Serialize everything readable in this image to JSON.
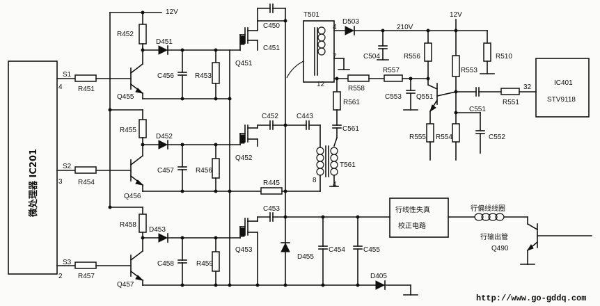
{
  "diagram": {
    "supply_labels": {
      "v12_left": "12V",
      "v12_right": "12V",
      "v210": "210V"
    },
    "blocks": {
      "microprocessor_text": "微处理器 IC201",
      "ic401_line1": "IC401",
      "ic401_line2": "STV9118",
      "correction_line1": "行线性失真",
      "correction_line2": "校正电路"
    },
    "signals": {
      "s1": "S1",
      "s1_pin": "4",
      "s2": "S2",
      "s2_pin": "3",
      "s3": "S3",
      "s3_pin": "2"
    },
    "resistors": {
      "r452": "R452",
      "r451": "R451",
      "r453": "R453",
      "r455": "R455",
      "r454": "R454",
      "r456": "R456",
      "r458": "R458",
      "r457": "R457",
      "r459": "R459",
      "r445": "R445",
      "r558": "R558",
      "r557": "R557",
      "r556": "R556",
      "r510": "R510",
      "r553": "R553",
      "r561": "R561",
      "r555": "R555",
      "r554": "R554",
      "r551": "R551"
    },
    "capacitors": {
      "c450": "C450",
      "c456": "C456",
      "c452": "C452",
      "c443": "C443",
      "c457": "C457",
      "c453": "C453",
      "c458": "C458",
      "c454": "C454",
      "c455": "C455",
      "c504": "C504",
      "c553": "C553",
      "c561": "C561",
      "c551": "C551",
      "c552": "C552"
    },
    "diodes": {
      "d451": "D451",
      "d452": "D452",
      "d453": "D453",
      "d455": "D455",
      "d503": "D503",
      "d405": "D405"
    },
    "transistors": {
      "q455": "Q455",
      "q451": "Q451",
      "q456": "Q456",
      "q452": "Q452",
      "q457": "Q457",
      "q453": "Q453",
      "q551": "Q551",
      "q490": "Q490"
    },
    "mosfet_labels": {
      "c451": "C451"
    },
    "transformers": {
      "t501": "T501",
      "t501_pin4": "4",
      "t501_pin7": "7",
      "t501_pin12": "12",
      "t561": "T561",
      "t561_pin8": "8",
      "t561_pin4": "4"
    },
    "ic401_pin": "32",
    "output_labels": {
      "linearity_coil": "行偏线线圈",
      "output_tube": "行输出管"
    },
    "watermark": "http://www.go-gddq.com"
  }
}
